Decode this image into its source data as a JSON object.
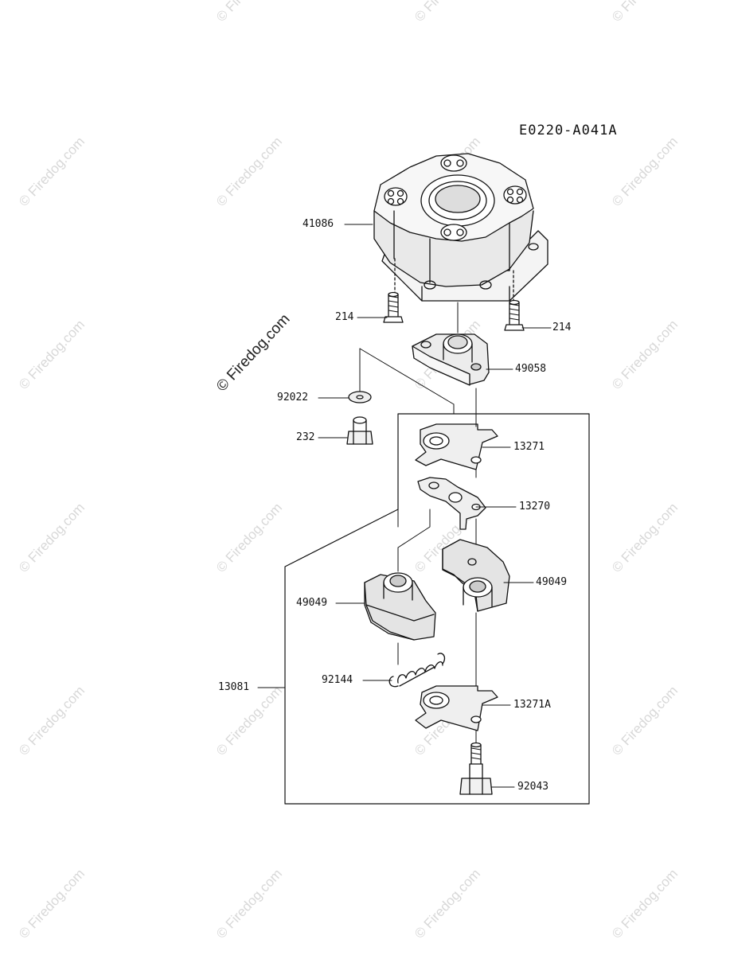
{
  "diagram": {
    "code": "E0220-A041A",
    "watermark": "© Firedog.com",
    "labels": {
      "p41086": "41086",
      "p214_left": "214",
      "p214_right": "214",
      "p49058": "49058",
      "p92022": "92022",
      "p232": "232",
      "p13271": "13271",
      "p13270": "13270",
      "p49049_right": "49049",
      "p49049_left": "49049",
      "p13081": "13081",
      "p92144": "92144",
      "p13271A": "13271A",
      "p92043": "92043"
    }
  }
}
